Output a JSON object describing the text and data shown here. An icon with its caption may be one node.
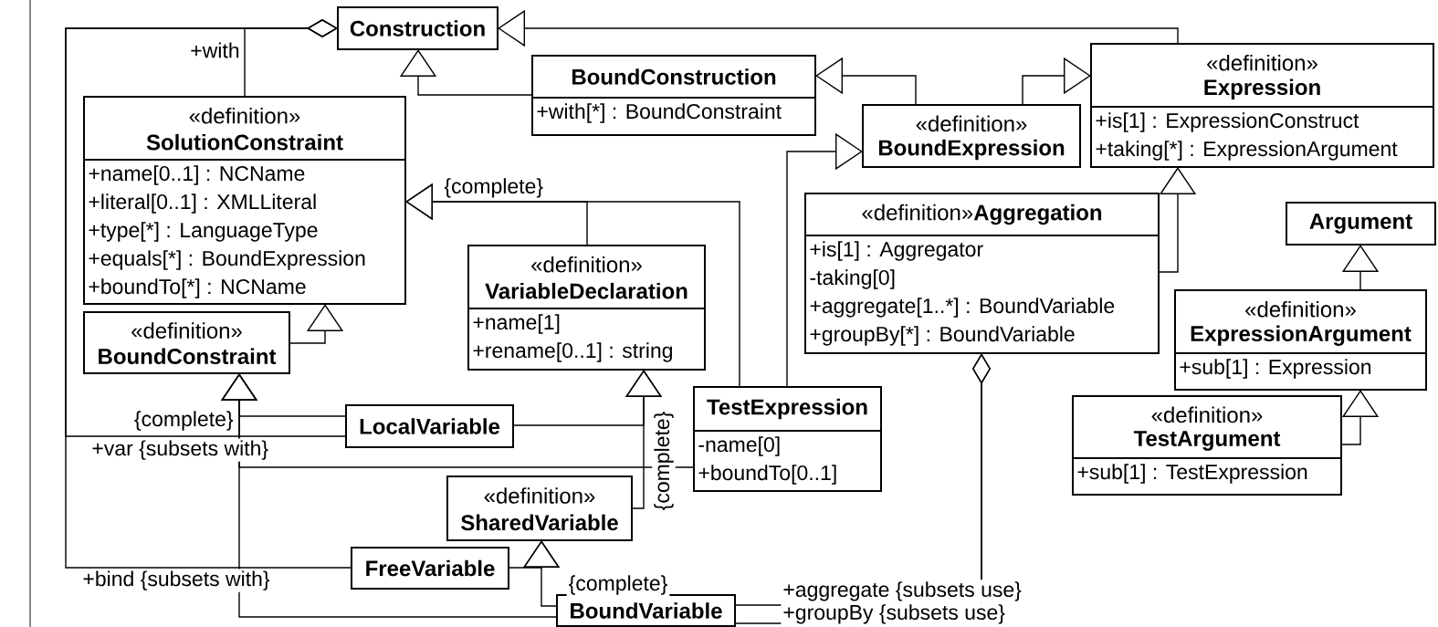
{
  "diagram": {
    "nodes": [
      {
        "text": [
          "Construction"
        ]
      },
      {
        "text": [
          "BoundConstruction",
          "+with[*] : BoundConstraint"
        ]
      },
      {
        "text": [
          "«definition»",
          "Expression",
          "+is[1] : ExpressionConstruct",
          "+taking[*] : ExpressionArgument"
        ]
      },
      {
        "text": [
          "«definition»",
          "SolutionConstraint",
          "+name[0..1] : NCName",
          "+literal[0..1] : XMLLiteral",
          "+type[*] : LanguageType",
          "+equals[*] : BoundExpression",
          "+boundTo[*] : NCName"
        ]
      },
      {
        "text": [
          "«definition»",
          "BoundExpression"
        ]
      },
      {
        "text": [
          "«definition»",
          "Aggregation",
          "+is[1] : Aggregator",
          "-taking[0]",
          "+aggregate[1..*] : BoundVariable",
          "+groupBy[*] : BoundVariable"
        ]
      },
      {
        "text": [
          "Argument"
        ]
      },
      {
        "text": [
          "«definition»",
          "VariableDeclaration",
          "+name[1]",
          "+rename[0..1] : string"
        ]
      },
      {
        "text": [
          "«definition»",
          "ExpressionArgument",
          "+sub[1] : Expression"
        ]
      },
      {
        "text": [
          "«definition»",
          "BoundConstraint"
        ]
      },
      {
        "text": [
          "TestExpression",
          "-name[0]",
          "+boundTo[0..1]"
        ]
      },
      {
        "text": [
          "«definition»",
          "TestArgument",
          "+sub[1] : TestExpression"
        ]
      },
      {
        "text": [
          "LocalVariable"
        ]
      },
      {
        "text": [
          "«definition»",
          "SharedVariable"
        ]
      },
      {
        "text": [
          "FreeVariable"
        ]
      },
      {
        "text": [
          "BoundVariable"
        ]
      }
    ],
    "edges": [
      {
        "from": 1,
        "to": 0,
        "arrow": "to"
      },
      {
        "from": 2,
        "to": 0,
        "arrow": "to"
      },
      {
        "from": 4,
        "to": 1,
        "arrow": "to"
      },
      {
        "from": 4,
        "to": 2,
        "arrow": "to"
      },
      {
        "from": 10,
        "to": 4,
        "arrow": "to"
      },
      {
        "from": 5,
        "to": 2,
        "arrow": "to"
      },
      {
        "from": 8,
        "to": 6,
        "arrow": "to"
      },
      {
        "from": 11,
        "to": 8,
        "arrow": "to"
      },
      {
        "from": 9,
        "to": 3,
        "arrow": "to"
      },
      {
        "from": 7,
        "to": 3,
        "arrow": "to",
        "label": "{complete}"
      },
      {
        "from": 10,
        "to": 3,
        "arrow": "to"
      },
      {
        "from": 12,
        "to": 9,
        "arrow": "to",
        "label": "{complete}"
      },
      {
        "from": 10,
        "to": 9,
        "arrow": "to"
      },
      {
        "from": 15,
        "to": 9,
        "arrow": "to"
      },
      {
        "from": 12,
        "to": 7,
        "arrow": "to",
        "label": "{complete}"
      },
      {
        "from": 13,
        "to": 7,
        "arrow": "to"
      },
      {
        "from": 14,
        "to": 13,
        "arrow": "to",
        "label": "{complete}"
      },
      {
        "from": 15,
        "to": 13,
        "arrow": "to"
      },
      {
        "from": 3,
        "to": 0,
        "arrow": "other",
        "label": "+with"
      },
      {
        "from": 12,
        "to": 0,
        "arrow": "other",
        "label": "+var {subsets with}"
      },
      {
        "from": 14,
        "to": 0,
        "arrow": "other",
        "label": "+bind {subsets with}"
      },
      {
        "from": 15,
        "to": 5,
        "arrow": "other",
        "label": "+aggregate {subsets use}"
      },
      {
        "from": 15,
        "to": 5,
        "arrow": "other",
        "label": "+groupBy {subsets use}"
      }
    ]
  }
}
